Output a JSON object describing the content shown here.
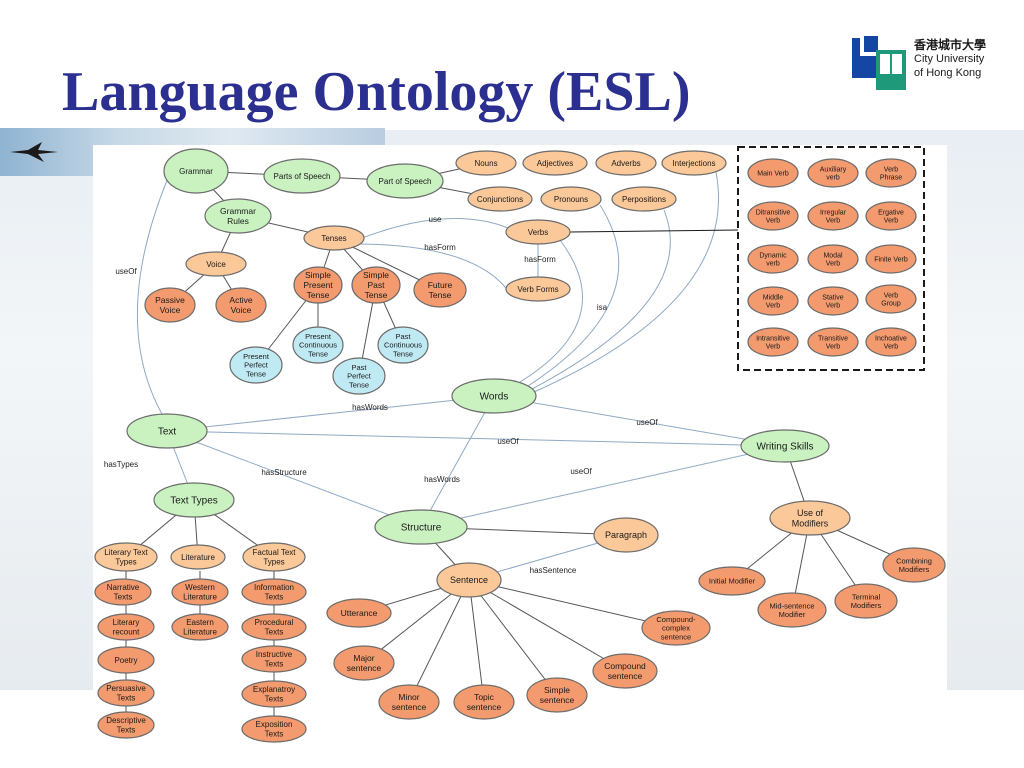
{
  "slide": {
    "title": "Language Ontology (ESL)",
    "logo": {
      "chinese": "香港城市大學",
      "line1": "City University",
      "line2": "of Hong Kong"
    }
  },
  "colors": {
    "title": "#2b2f8f",
    "green_fill": "#c9f2c0",
    "peach_fill": "#fbc899",
    "orange_fill": "#f39a6e",
    "blue_fill": "#bfeaf4",
    "edge": "#555555",
    "edge_blue": "#8fa9c4"
  },
  "nodes": {
    "grammar": "Grammar",
    "parts_of_speech": "Parts of Speech",
    "part_of_speech": "Part of Speech",
    "nouns": "Nouns",
    "adjectives": "Adjectives",
    "adverbs": "Adverbs",
    "interjections": "Interjections",
    "conjunctions": "Conjunctions",
    "pronouns": "Pronouns",
    "perpositions": "Perpositions",
    "grammar_rules": "Grammar\nRules",
    "tenses": "Tenses",
    "verbs": "Verbs",
    "verb_forms": "Verb Forms",
    "voice": "Voice",
    "passive_voice": "Passive\nVoice",
    "active_voice": "Active\nVoice",
    "simple_present": "Simple\nPresent\nTense",
    "simple_past": "Simple\nPast\nTense",
    "future_tense": "Future\nTense",
    "present_continuous": "Present\nContinuous\nTense",
    "past_continuous": "Past\nContinuous\nTense",
    "present_perfect": "Present\nPerfect\nTense",
    "past_perfect": "Past\nPerfect\nTense",
    "main_verb": "Main Verb",
    "auxiliary_verb": "Auxiliary\nverb",
    "verb_phrase": "Verb\nPhrase",
    "ditransitive": "Ditransitive\nVerb",
    "irregular": "Irregular\nVerb",
    "ergative": "Ergative\nVerb",
    "dynamic": "Dynamic\nverb",
    "modal": "Modal\nVerb",
    "finite": "Finite Verb",
    "middle": "Middle\nVerb",
    "stative": "Stative\nVerb",
    "verb_group": "Verb\nGroup",
    "intransitive": "Intransitive\nVerb",
    "transitive": "Transitive\nVerb",
    "inchoative": "Inchoative\nVerb",
    "words": "Words",
    "text": "Text",
    "writing_skills": "Writing Skills",
    "text_types": "Text Types",
    "structure": "Structure",
    "paragraph": "Paragraph",
    "sentence": "Sentence",
    "use_of_modifiers": "Use of\nModifiers",
    "literary_text_types": "Literary Text\nTypes",
    "literature": "Literature",
    "factual_text_types": "Factual Text\nTypes",
    "narrative": "Narrative\nTexts",
    "western_lit": "Western\nLiterature",
    "information": "Information\nTexts",
    "literary_recount": "Literary\nrecount",
    "eastern_lit": "Eastern\nLiterature",
    "procedural": "Procedural\nTexts",
    "poetry": "Poetry",
    "instructive": "Instructive\nTexts",
    "persuasive": "Persuasive\nTexts",
    "explanatroy": "Explanatroy\nTexts",
    "descriptive": "Descriptive\nTexts",
    "exposition": "Exposition\nTexts",
    "utterance": "Utterance",
    "major_sentence": "Major\nsentence",
    "minor_sentence": "Minor\nsentence",
    "topic_sentence": "Topic\nsentence",
    "simple_sentence": "Simple\nsentence",
    "compound_sentence": "Compound\nsentence",
    "compound_complex": "Compound-\ncomplex\nsentence",
    "initial_modifier": "Initial Modifier",
    "mid_modifier": "Mid-sentence\nModifier",
    "terminal_modifier": "Terminal\nModifiers",
    "combining_modifiers": "Combining\nModifiers"
  },
  "edge_labels": {
    "use": "use",
    "hasForm1": "hasForm",
    "hasForm2": "hasForm",
    "useOf_left": "useOf",
    "isa": "isa",
    "hasWords1": "hasWords",
    "useOf1": "useOf",
    "useOf2": "useOf",
    "useOf3": "useOf",
    "hasTypes": "hasTypes",
    "hasStructure": "hasStructure",
    "hasWords2": "hasWords",
    "hasSentence": "hasSentence"
  }
}
